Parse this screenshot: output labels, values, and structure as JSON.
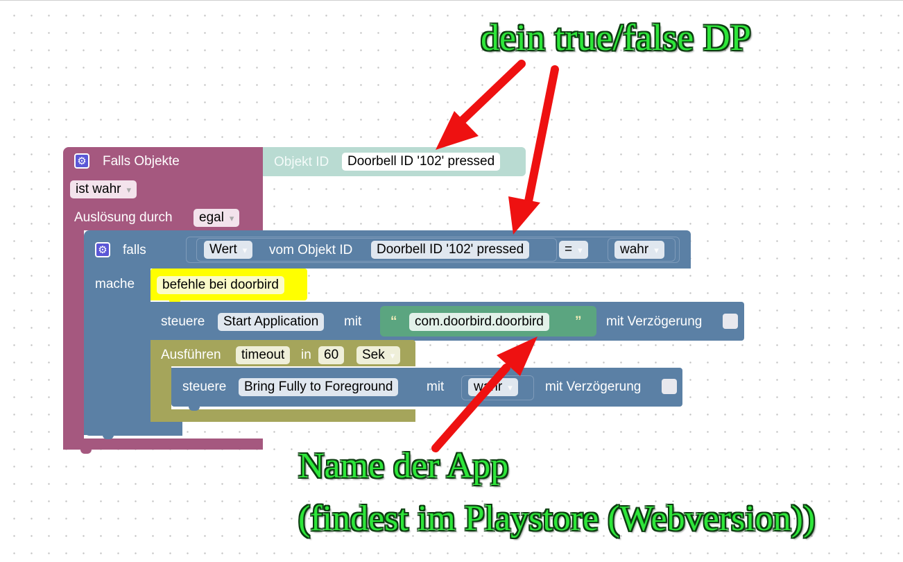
{
  "trigger": {
    "title": "Falls Objekte",
    "condition_dropdown": "ist wahr",
    "trigger_by_label": "Auslösung durch",
    "trigger_by_value": "egal",
    "object_label": "Objekt ID",
    "object_value": "Doorbell ID '102' pressed"
  },
  "if_block": {
    "if_label": "falls",
    "do_label": "mache",
    "value_dropdown": "Wert",
    "of_object_label": "vom Objekt ID",
    "object_value": "Doorbell ID '102' pressed",
    "operator": "=",
    "compare_value": "wahr"
  },
  "comment_block": {
    "text": "befehle bei doorbird"
  },
  "control1": {
    "control_label": "steuere",
    "target": "Start Application",
    "with_label": "mit",
    "quote_open": "“",
    "string_value": "com.doorbird.doorbird",
    "quote_close": "”",
    "delay_label": "mit Verzögerung"
  },
  "timeout_block": {
    "run_label": "Ausführen",
    "timeout_name": "timeout",
    "in_label": "in",
    "amount": "60",
    "unit": "Sek"
  },
  "control2": {
    "control_label": "steuere",
    "target": "Bring Fully to Foreground",
    "with_label": "mit",
    "value": "wahr",
    "delay_label": "mit Verzögerung"
  },
  "annotations": {
    "dp_label": "dein true/false DP",
    "app_label_line1": "Name der App",
    "app_label_line2": "(findest im Playstore (Webversion))",
    "arrow_color": "#ee1111",
    "text_color": "#2ee63a"
  },
  "colors": {
    "trigger_block": "#a5587f",
    "logic_block": "#5b80a5",
    "comment_block": "#ffff00",
    "control_block": "#5b80a5",
    "string_block": "#5ba580",
    "timeout_block": "#a5a55b",
    "object_block": "#b9dbd2"
  }
}
